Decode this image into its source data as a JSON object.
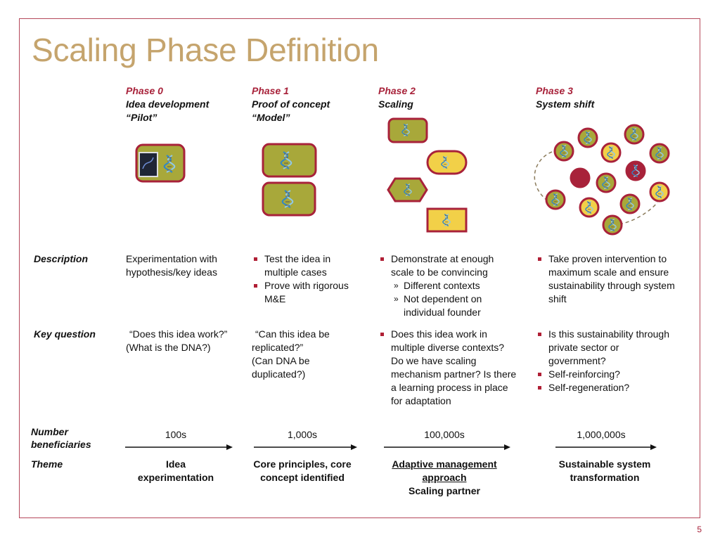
{
  "title": "Scaling Phase Definition",
  "page_number": "5",
  "phases": [
    {
      "num": "Phase 0",
      "name": "Idea development",
      "alias": "“Pilot”"
    },
    {
      "num": "Phase 1",
      "name": "Proof of concept",
      "alias": "“Model”"
    },
    {
      "num": "Phase 2",
      "name": "Scaling",
      "alias": ""
    },
    {
      "num": "Phase 3",
      "name": "System shift",
      "alias": ""
    }
  ],
  "row_labels": {
    "description": "Description",
    "key_question": "Key question",
    "beneficiaries": "Number beneficiaries",
    "theme": "Theme"
  },
  "description": {
    "p0": "Experimentation with hypothesis/key ideas",
    "p1": [
      "Test the idea in multiple cases",
      "Prove with rigorous M&E"
    ],
    "p2": "Demonstrate at enough scale to be convincing",
    "p2_sub": [
      "Different contexts",
      "Not dependent on individual founder"
    ],
    "p3": [
      "Take proven intervention to maximum scale and ensure sustainability through system  shift"
    ]
  },
  "key_question": {
    "p0_q": "“Does this idea work?”",
    "p0_note": "(What is the DNA?)",
    "p1_q": "“Can this idea be replicated?”",
    "p1_note": "(Can DNA be duplicated?)",
    "p2": [
      "Does this idea work in multiple diverse contexts? Do we have scaling mechanism partner? Is there a learning process in place for adaptation"
    ],
    "p3": [
      "Is this sustainability through private sector or government?",
      "Self-reinforcing?",
      "Self-regeneration?"
    ]
  },
  "beneficiaries": [
    "100s",
    "1,000s",
    "100,000s",
    "1,000,000s"
  ],
  "theme": {
    "p0": "Idea experimentation",
    "p1": "Core principles, core concept identified",
    "p2_underlined": "Adaptive management approach",
    "p2_line2": "Scaling  partner",
    "p3": "Sustainable system transformation"
  },
  "colors": {
    "title": "#c5a46d",
    "accent_red": "#a8223a",
    "olive": "#a8a83a",
    "yellow": "#f2d048",
    "frame": "#b5485a"
  }
}
